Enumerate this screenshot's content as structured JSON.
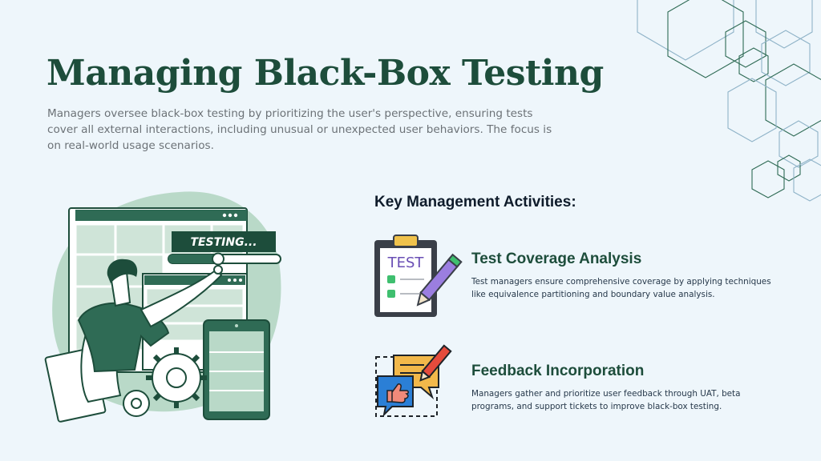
{
  "header": {
    "title": "Managing Black-Box Testing",
    "subtitle": "Managers oversee black-box testing by prioritizing the user's perspective, ensuring tests cover all external interactions, including unusual or unexpected user behaviors. The focus is on real-world usage scenarios."
  },
  "illustration": {
    "banner_text": "TESTING..."
  },
  "activities": {
    "heading": "Key Management Activities:",
    "items": [
      {
        "icon": "clipboard-test-icon",
        "icon_label": "TEST",
        "title": "Test Coverage Analysis",
        "description": "Test managers ensure comprehensive coverage by applying techniques like equivalence partitioning and boundary value analysis."
      },
      {
        "icon": "feedback-chat-icon",
        "title": "Feedback Incorporation",
        "description": "Managers gather and prioritize user feedback through UAT, beta programs, and support tickets to improve black-box testing."
      }
    ]
  },
  "colors": {
    "brand_green": "#1d4d3b",
    "mid_green": "#2f6b55",
    "light_green": "#b9d9c8",
    "background": "#eef6fb"
  }
}
